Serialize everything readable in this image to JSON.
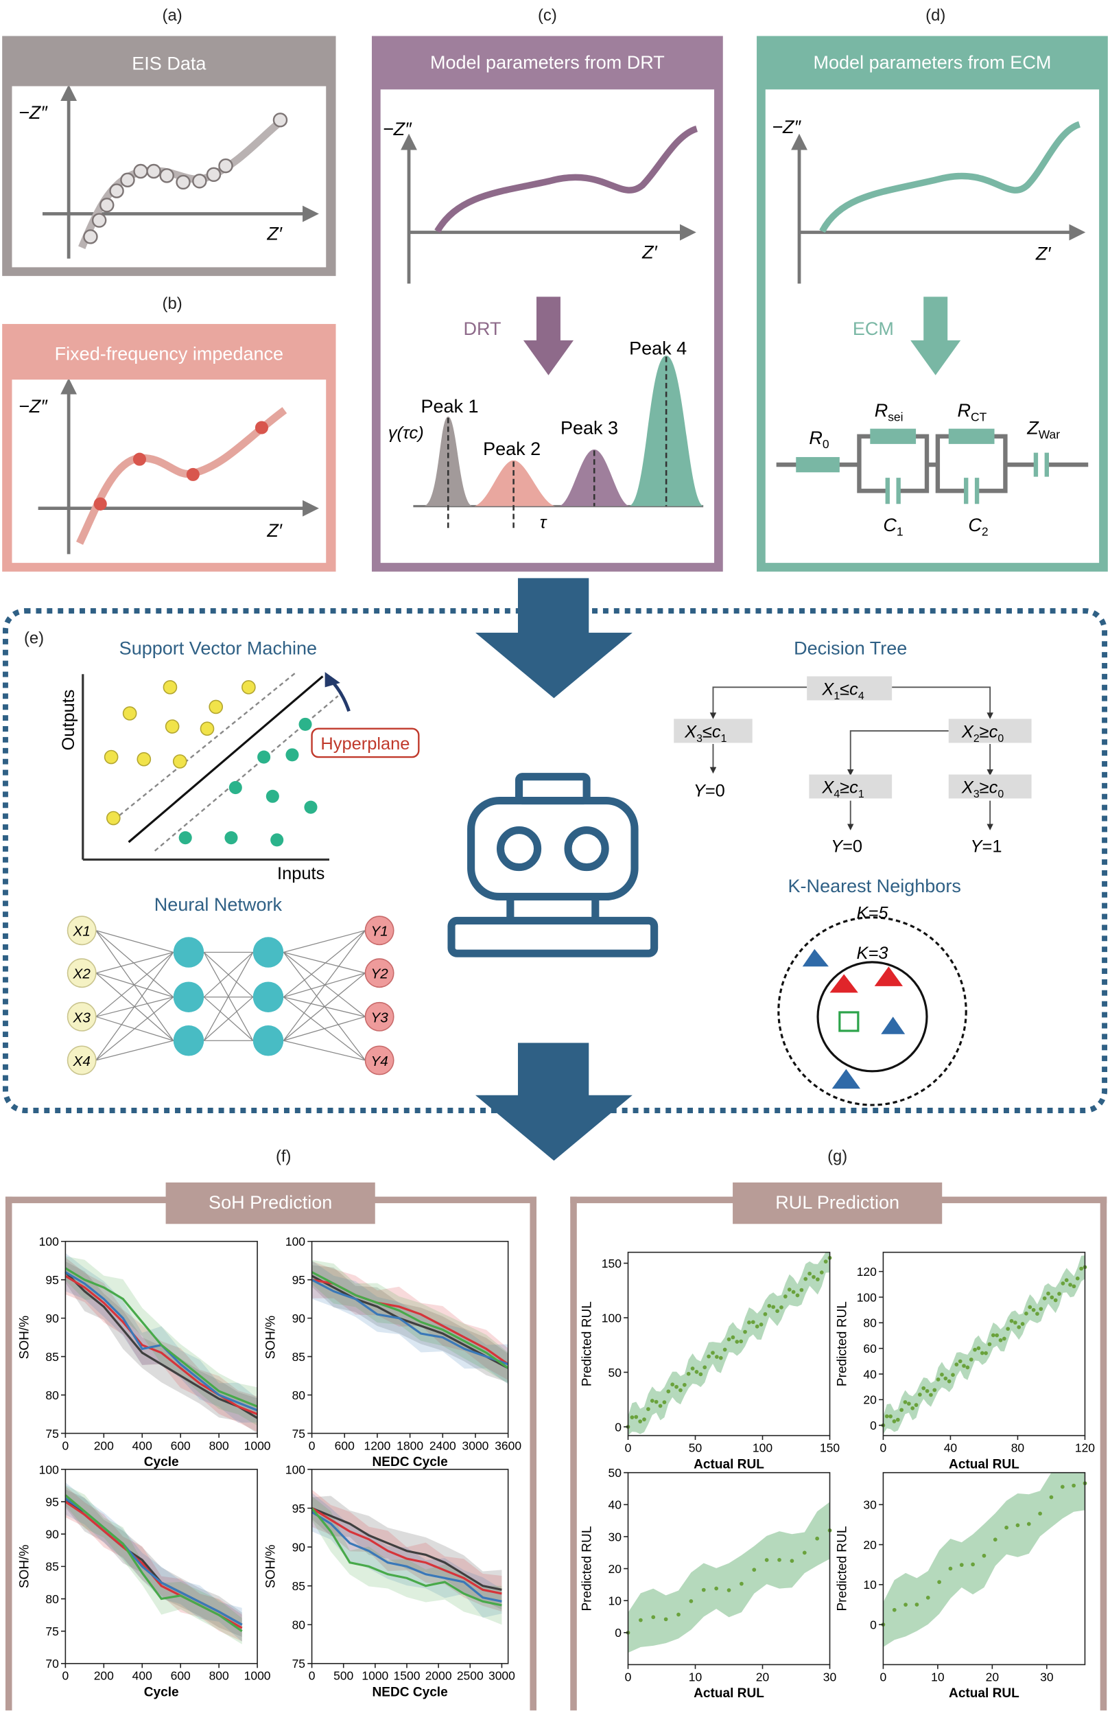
{
  "labels": {
    "a": "(a)",
    "b": "(b)",
    "c": "(c)",
    "d": "(d)",
    "e": "(e)",
    "f": "(f)",
    "g": "(g)"
  },
  "panel_a": {
    "title": "EIS Data",
    "y_axis": "−Z″",
    "x_axis": "Z′"
  },
  "panel_b": {
    "title": "Fixed-frequency impedance",
    "y_axis": "−Z″",
    "x_axis": "Z′"
  },
  "panel_c": {
    "title": "Model parameters from DRT",
    "y_axis": "−Z″",
    "x_axis": "Z′",
    "arrow_label": "DRT",
    "peaks": [
      "Peak 1",
      "Peak 2",
      "Peak 3",
      "Peak 4"
    ],
    "gamma_label": "γ(τc)",
    "tau_label": "τ"
  },
  "panel_d": {
    "title": "Model parameters from ECM",
    "y_axis": "−Z″",
    "x_axis": "Z′",
    "arrow_label": "ECM",
    "components": {
      "r0": "R",
      "r0_sub": "0",
      "rsei": "R",
      "rsei_sub": "sei",
      "rct": "R",
      "rct_sub": "CT",
      "zwar": "Z",
      "zwar_sub": "War",
      "c1": "C",
      "c1_sub": "1",
      "c2": "C",
      "c2_sub": "2"
    }
  },
  "panel_e": {
    "svm": {
      "title": "Support Vector Machine",
      "x_axis": "Inputs",
      "y_axis": "Outputs",
      "hyperplane": "Hyperplane"
    },
    "nn": {
      "title": "Neural Network",
      "inputs": [
        "X1",
        "X2",
        "X3",
        "X4"
      ],
      "outputs": [
        "Y1",
        "Y2",
        "Y3",
        "Y4"
      ]
    },
    "dt": {
      "title": "Decision Tree"
    },
    "knn": {
      "title": "K-Nearest Neighbors",
      "k5": "K=5",
      "k3": "K=3"
    }
  },
  "panel_f": {
    "title": "SoH Prediction"
  },
  "panel_g": {
    "title": "RUL Prediction"
  },
  "colors": {
    "gray": "#a29a9a",
    "pink": "#e9a79f",
    "purple": "#9f7f9c",
    "teal": "#79b7a4",
    "navy": "#2f6085",
    "brown": "#b89c97",
    "pt_yellow": "#f1e34a",
    "pt_green": "#2bb38b",
    "nn_node": "#48bcc4",
    "nn_in": "#f5f2c4",
    "nn_out": "#ee9b9b"
  },
  "chart_data": [
    {
      "type": "line",
      "id": "soh1",
      "xlabel": "Cycle",
      "ylabel": "SOH/%",
      "xlim": [
        0,
        1000
      ],
      "ylim": [
        75,
        100
      ],
      "xticks": [
        0,
        200,
        400,
        600,
        800,
        1000
      ],
      "yticks": [
        75,
        80,
        85,
        90,
        95,
        100
      ],
      "series": [
        {
          "color": "#3f3f3f",
          "x": [
            0,
            100,
            200,
            300,
            400,
            500,
            600,
            700,
            800,
            900,
            1000
          ],
          "y": [
            96,
            93.5,
            91.5,
            88.5,
            85.5,
            84,
            82.5,
            81,
            79.5,
            78.5,
            77
          ]
        },
        {
          "color": "#d6343a",
          "x": [
            0,
            100,
            200,
            300,
            400,
            500,
            600,
            700,
            800,
            900,
            1000
          ],
          "y": [
            95.5,
            94,
            92,
            89.5,
            86.5,
            85.5,
            83.5,
            81.5,
            80,
            78.5,
            77.5
          ]
        },
        {
          "color": "#3a78b8",
          "x": [
            0,
            100,
            200,
            300,
            400,
            500,
            600,
            700,
            800,
            900,
            1000
          ],
          "y": [
            96,
            94.5,
            92.5,
            90,
            86,
            86.5,
            84,
            82,
            80,
            79,
            78
          ]
        },
        {
          "color": "#48a94a",
          "x": [
            0,
            100,
            200,
            300,
            400,
            500,
            600,
            700,
            800,
            900,
            1000
          ],
          "y": [
            96.5,
            95,
            94,
            92.5,
            89.5,
            86.5,
            84.5,
            82.5,
            80.5,
            79.5,
            78.5
          ]
        }
      ]
    },
    {
      "type": "line",
      "id": "soh2",
      "xlabel": "NEDC Cycle",
      "ylabel": "SOH/%",
      "xlim": [
        0,
        3600
      ],
      "ylim": [
        75,
        100
      ],
      "xticks": [
        0,
        600,
        1200,
        1800,
        2400,
        3000,
        3600
      ],
      "yticks": [
        75,
        80,
        85,
        90,
        95,
        100
      ],
      "series": [
        {
          "color": "#3f3f3f",
          "x": [
            0,
            400,
            800,
            1200,
            1600,
            2000,
            2400,
            2800,
            3200,
            3600
          ],
          "y": [
            95.5,
            94,
            92.5,
            91.5,
            90,
            89,
            88,
            86.5,
            85,
            83.5
          ]
        },
        {
          "color": "#d6343a",
          "x": [
            0,
            400,
            800,
            1200,
            1600,
            2000,
            2400,
            2800,
            3200,
            3600
          ],
          "y": [
            95,
            94.5,
            93,
            92,
            91.5,
            90.5,
            89,
            87.5,
            86,
            84
          ]
        },
        {
          "color": "#3a78b8",
          "x": [
            0,
            400,
            800,
            1200,
            1600,
            2000,
            2400,
            2800,
            3200,
            3600
          ],
          "y": [
            95,
            93.5,
            92.5,
            90.5,
            90,
            88,
            87.5,
            86,
            85,
            84
          ]
        },
        {
          "color": "#48a94a",
          "x": [
            0,
            400,
            800,
            1200,
            1600,
            2000,
            2400,
            2800,
            3200,
            3600
          ],
          "y": [
            96,
            94.5,
            93,
            92,
            91,
            89.5,
            88.5,
            87,
            85.5,
            83.5
          ]
        }
      ]
    },
    {
      "type": "line",
      "id": "soh3",
      "xlabel": "Cycle",
      "ylabel": "SOH/%",
      "xlim": [
        0,
        1000
      ],
      "ylim": [
        70,
        100
      ],
      "xticks": [
        0,
        200,
        400,
        600,
        800,
        1000
      ],
      "yticks": [
        70,
        75,
        80,
        85,
        90,
        95,
        100
      ],
      "series": [
        {
          "color": "#3f3f3f",
          "x": [
            0,
            100,
            200,
            300,
            400,
            500,
            600,
            700,
            800,
            920
          ],
          "y": [
            95.5,
            93,
            90.5,
            88,
            86,
            82.5,
            81,
            79.5,
            78,
            76
          ]
        },
        {
          "color": "#d6343a",
          "x": [
            0,
            100,
            200,
            300,
            400,
            500,
            600,
            700,
            800,
            920
          ],
          "y": [
            95,
            93,
            90.5,
            88,
            85.5,
            82,
            80.5,
            79,
            77.5,
            75.5
          ]
        },
        {
          "color": "#3a78b8",
          "x": [
            0,
            100,
            200,
            300,
            400,
            500,
            600,
            700,
            800,
            920
          ],
          "y": [
            95.5,
            93.5,
            91,
            88.5,
            85,
            82.5,
            81,
            79.5,
            78,
            76
          ]
        },
        {
          "color": "#48a94a",
          "x": [
            0,
            100,
            200,
            300,
            400,
            500,
            600,
            700,
            800,
            920
          ],
          "y": [
            96,
            93.5,
            91,
            88.5,
            84,
            80,
            80.5,
            79,
            77.5,
            75
          ]
        }
      ]
    },
    {
      "type": "line",
      "id": "soh4",
      "xlabel": "NEDC Cycle",
      "ylabel": "SOH/%",
      "xlim": [
        0,
        3100
      ],
      "ylim": [
        75,
        100
      ],
      "xticks": [
        0,
        500,
        1000,
        1500,
        2000,
        2500,
        3000
      ],
      "yticks": [
        75,
        80,
        85,
        90,
        95,
        100
      ],
      "series": [
        {
          "color": "#3f3f3f",
          "x": [
            0,
            300,
            600,
            900,
            1200,
            1500,
            1800,
            2100,
            2400,
            2700,
            3000
          ],
          "y": [
            95,
            94,
            93,
            91.5,
            90.5,
            89.5,
            89,
            88,
            86.5,
            85,
            84.5
          ]
        },
        {
          "color": "#d6343a",
          "x": [
            0,
            300,
            600,
            900,
            1200,
            1500,
            1800,
            2100,
            2400,
            2700,
            3000
          ],
          "y": [
            95,
            93.5,
            92,
            91,
            89.5,
            88.5,
            88,
            87,
            86,
            84.5,
            84
          ]
        },
        {
          "color": "#3a78b8",
          "x": [
            0,
            300,
            600,
            900,
            1200,
            1500,
            1800,
            2100,
            2400,
            2700,
            3000
          ],
          "y": [
            94.5,
            93,
            90.5,
            89.5,
            88,
            87.5,
            86.5,
            86,
            85.5,
            83.5,
            83
          ]
        },
        {
          "color": "#48a94a",
          "x": [
            0,
            300,
            600,
            900,
            1200,
            1500,
            1800,
            2100,
            2400,
            2700,
            3000
          ],
          "y": [
            95,
            92,
            88,
            87.5,
            86.5,
            86,
            85,
            85.5,
            84,
            83,
            82.5
          ]
        }
      ]
    },
    {
      "type": "scatter",
      "id": "rul1",
      "xlabel": "Actual RUL",
      "ylabel": "Predicted RUL",
      "xlim": [
        0,
        150
      ],
      "ylim": [
        -8,
        160
      ],
      "xticks": [
        0,
        50,
        100,
        150
      ],
      "yticks": [
        0,
        50,
        100,
        150
      ],
      "band": 14,
      "n": 50
    },
    {
      "type": "scatter",
      "id": "rul2",
      "xlabel": "Actual RUL",
      "ylabel": "Predicted RUL",
      "xlim": [
        0,
        120
      ],
      "ylim": [
        -8,
        135
      ],
      "xticks": [
        0,
        40,
        80,
        120
      ],
      "yticks": [
        0,
        20,
        40,
        60,
        80,
        100,
        120
      ],
      "band": 10,
      "n": 55
    },
    {
      "type": "scatter",
      "id": "rul3",
      "xlabel": "Actual RUL",
      "ylabel": "Predicted RUL",
      "xlim": [
        0,
        30
      ],
      "ylim": [
        -10,
        50
      ],
      "xticks": [
        0,
        10,
        20,
        30
      ],
      "yticks": [
        0,
        10,
        20,
        30,
        40,
        50
      ],
      "band": 9,
      "n": 16
    },
    {
      "type": "scatter",
      "id": "rul4",
      "xlabel": "Actual RUL",
      "ylabel": "Predicted RUL",
      "xlim": [
        0,
        37
      ],
      "ylim": [
        -10,
        38
      ],
      "xticks": [
        0,
        10,
        20,
        30
      ],
      "yticks": [
        0,
        10,
        20,
        30
      ],
      "band": 8,
      "n": 18
    }
  ]
}
